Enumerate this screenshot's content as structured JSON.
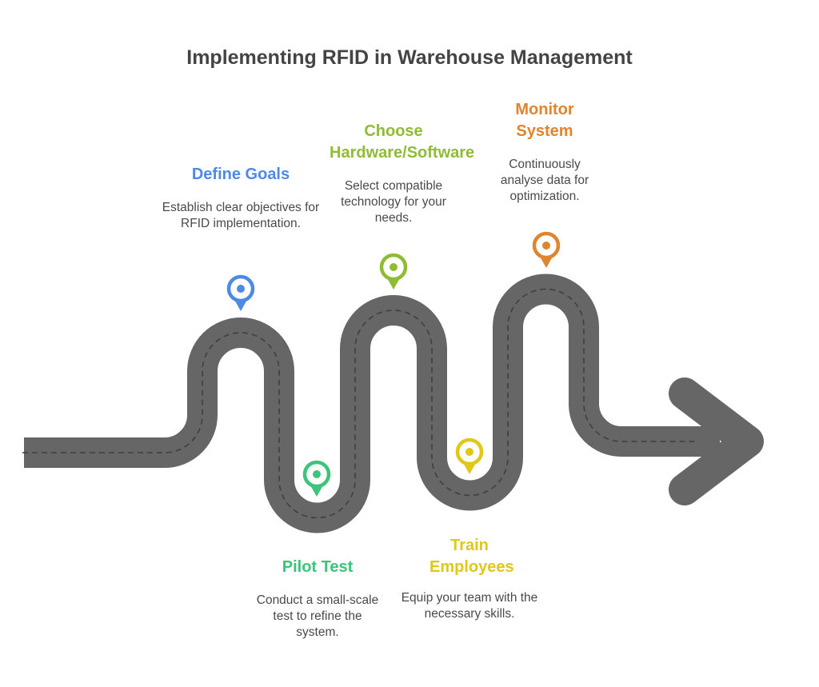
{
  "title": "Implementing RFID in Warehouse Management",
  "colors": {
    "road": "#666666",
    "dash": "#3f3f3f",
    "text": "#4a4a4a"
  },
  "steps": [
    {
      "title": "Define Goals",
      "description": "Establish clear objectives for RFID implementation.",
      "color": "#4e89e8",
      "icon": "map-pin-icon"
    },
    {
      "title": "Pilot Test",
      "description": "Conduct a small-scale test to refine the system.",
      "color": "#3cc47c",
      "icon": "map-pin-icon"
    },
    {
      "title": "Choose Hardware/Software",
      "description": "Select compatible technology for your needs.",
      "color": "#8fbc34",
      "icon": "map-pin-icon"
    },
    {
      "title": "Train Employees",
      "description": "Equip your team with the necessary skills.",
      "color": "#e0c818",
      "icon": "map-pin-icon"
    },
    {
      "title": "Monitor System",
      "description": "Continuously analyse data for optimization.",
      "color": "#e0852f",
      "icon": "map-pin-icon"
    }
  ]
}
